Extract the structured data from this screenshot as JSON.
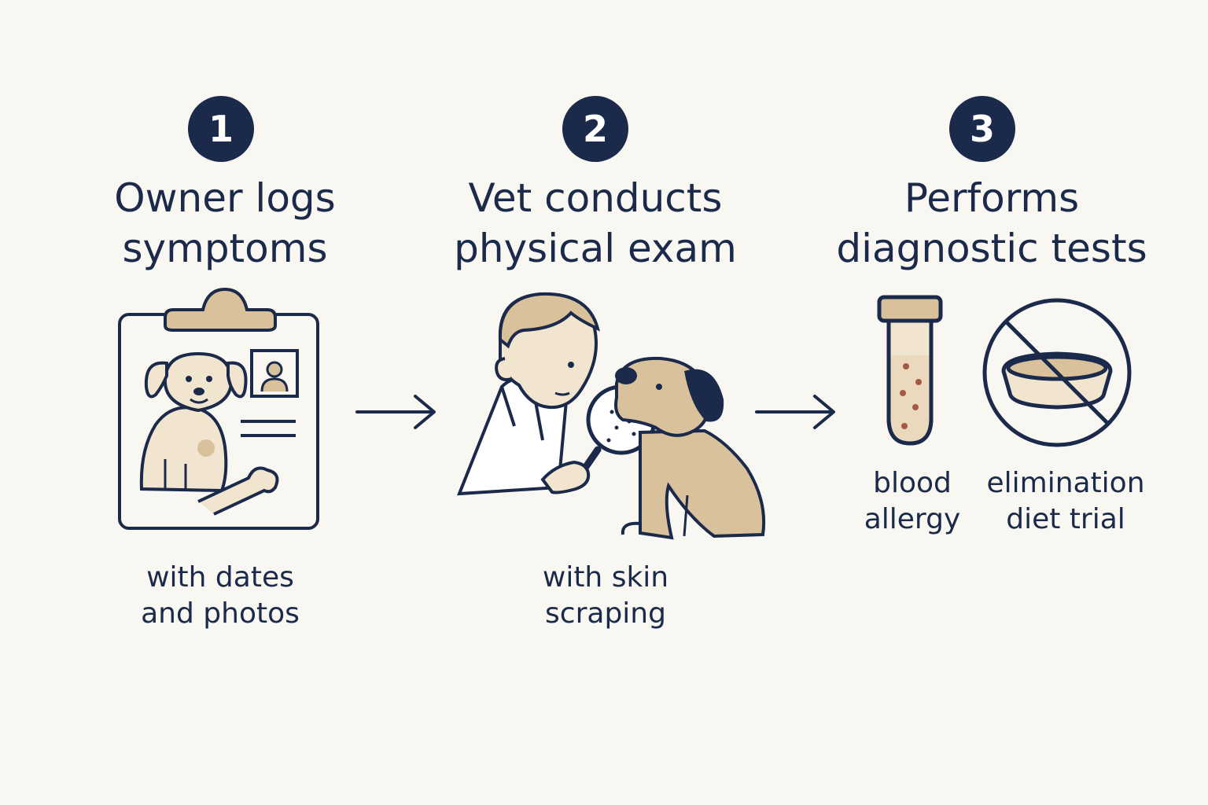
{
  "steps": [
    {
      "number": "1",
      "title_lines": [
        "Owner logs",
        "symptoms"
      ],
      "caption_lines": [
        "with dates",
        "and photos"
      ]
    },
    {
      "number": "2",
      "title_lines": [
        "Vet conducts",
        "physical exam"
      ],
      "caption_lines": [
        "with skin",
        "scraping"
      ]
    },
    {
      "number": "3",
      "title_lines": [
        "Performs",
        "diagnostic tests"
      ],
      "tests": [
        {
          "label_lines": [
            "blood",
            "allergy"
          ],
          "icon": "test-tube-icon"
        },
        {
          "label_lines": [
            "elimination",
            "diet trial"
          ],
          "icon": "no-food-bowl-icon"
        }
      ]
    }
  ],
  "colors": {
    "background": "#f9f7f1",
    "navy": "#1b2a4a",
    "tan": "#d9c29b",
    "cream": "#f1e5cf",
    "spot": "#a65a45"
  }
}
